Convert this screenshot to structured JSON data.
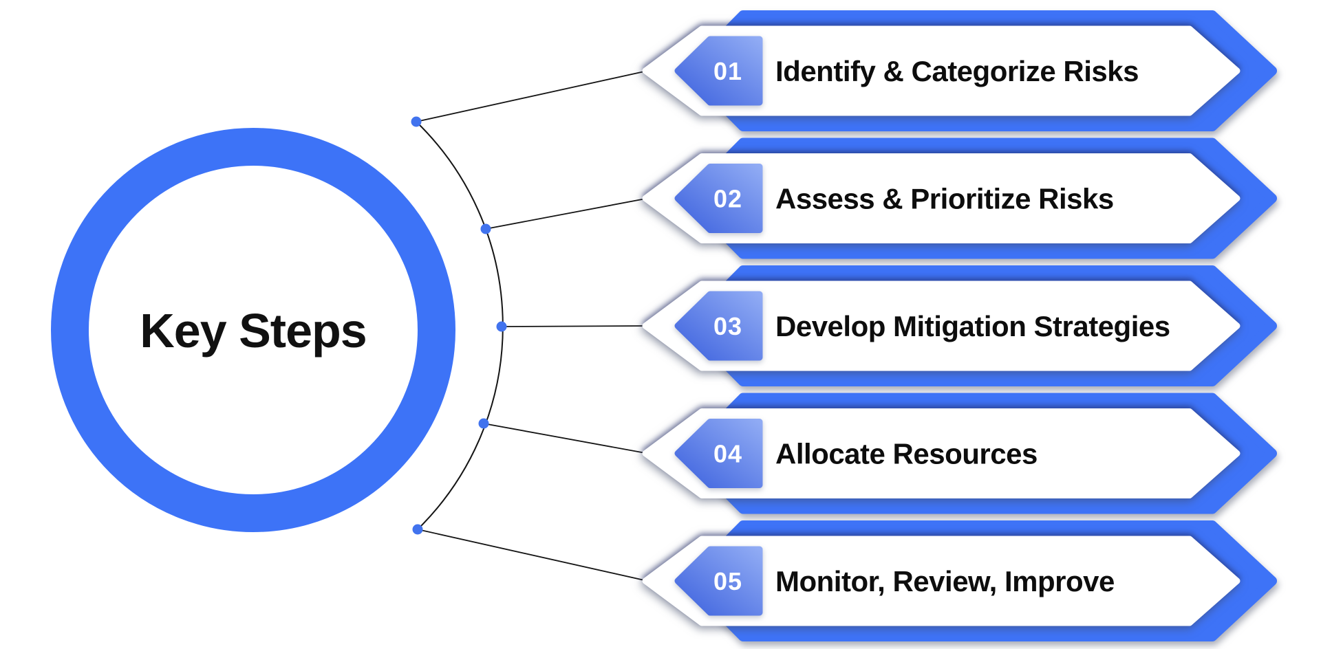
{
  "title": "Key Steps",
  "steps": [
    {
      "number": "01",
      "label": "Identify & Categorize Risks"
    },
    {
      "number": "02",
      "label": "Assess & Prioritize Risks"
    },
    {
      "number": "03",
      "label": "Develop Mitigation Strategies"
    },
    {
      "number": "04",
      "label": "Allocate Resources"
    },
    {
      "number": "05",
      "label": "Monitor, Review, Improve"
    }
  ],
  "colors": {
    "accent_blue": "#3E73F7",
    "hub_ring_blue": "#3D73F7",
    "badge_gradient_start": "#3D62DE",
    "badge_gradient_end": "#90ABF4",
    "connector_line": "#141414",
    "node_dot": "#4173EE",
    "step_text": "#0D0D0D",
    "number_text": "#FFFFFF",
    "background": "#FFFFFF"
  }
}
